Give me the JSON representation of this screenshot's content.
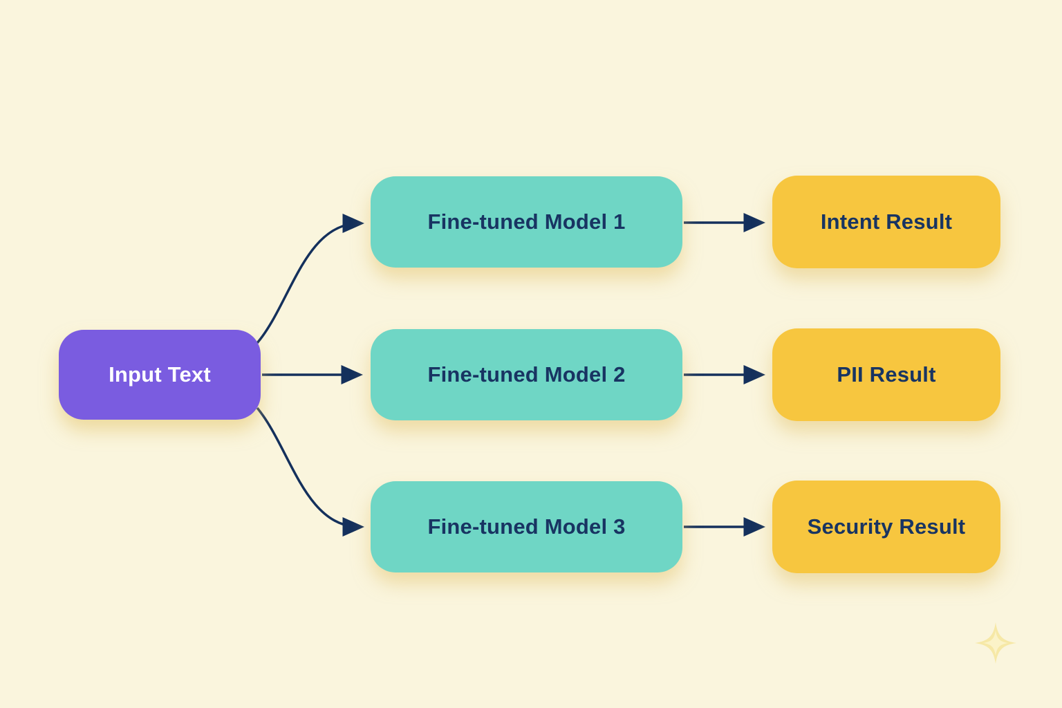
{
  "diagram": {
    "nodes": {
      "input": {
        "label": "Input Text"
      },
      "model1": {
        "label": "Fine-tuned Model 1"
      },
      "model2": {
        "label": "Fine-tuned Model 2"
      },
      "model3": {
        "label": "Fine-tuned Model 3"
      },
      "result1": {
        "label": "Intent Result"
      },
      "result2": {
        "label": "PII Result"
      },
      "result3": {
        "label": "Security Result"
      }
    },
    "edges": [
      {
        "from": "input",
        "to": "model1"
      },
      {
        "from": "input",
        "to": "model2"
      },
      {
        "from": "input",
        "to": "model3"
      },
      {
        "from": "model1",
        "to": "result1"
      },
      {
        "from": "model2",
        "to": "result2"
      },
      {
        "from": "model3",
        "to": "result3"
      }
    ],
    "colors": {
      "background": "#faf5dd",
      "input_node": "#7a5ce0",
      "model_node": "#6fd6c5",
      "result_node": "#f7c63f",
      "arrow": "#14305c",
      "text_dark": "#183462",
      "text_light": "#ffffff",
      "sparkle": "#f6e8a6"
    }
  }
}
